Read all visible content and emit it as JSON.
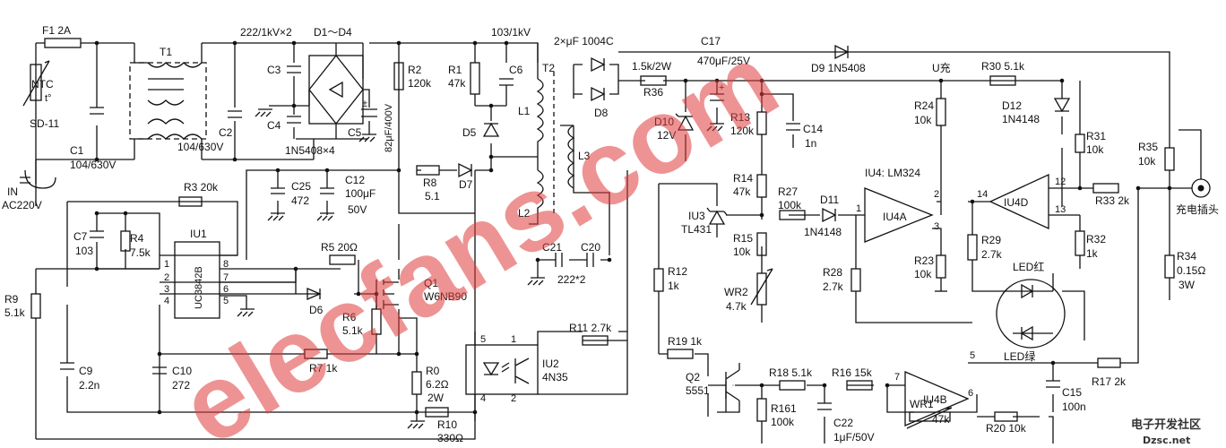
{
  "labels": {
    "f1": "F1 2A",
    "ntc": "NTC",
    "t": "t°",
    "sd11": "SD-11",
    "c1": "C1",
    "c1v": "104/630V",
    "in": "IN",
    "ac": "AC220V",
    "t1": "T1",
    "c2": "C2",
    "c2v": "104/630V",
    "c34v": "222/1kV×2",
    "c3": "C3",
    "c4": "C4",
    "d1d4": "D1～D4",
    "bridgev": "1N5408×4",
    "c5": "C5",
    "c5v": "82μF/400V",
    "r2": "R2",
    "r2v": "120k",
    "r1": "R1",
    "r1v": "47k",
    "c6t": "103/1kV",
    "c6": "C6",
    "d5": "D5",
    "r8": "R8",
    "r8v": "5.1",
    "d7": "D7",
    "t2": "T2",
    "l1": "L1",
    "l2": "L2",
    "l3": "L3",
    "c25": "C25",
    "c25v": "472",
    "c12": "C12",
    "c12v": "100μF",
    "c12v2": "50V",
    "r3": "R3 20k",
    "c7": "C7",
    "c7v": "103",
    "r4": "R4",
    "r4v": "7.5k",
    "iu1": "IU1",
    "uc": "UC3842B",
    "p1": "1",
    "p2": "2",
    "p3": "3",
    "p4": "4",
    "p5": "5",
    "p6": "6",
    "p7": "7",
    "p8": "8",
    "r5": "R5 20Ω",
    "d6": "D6",
    "r6": "R6",
    "r6v": "5.1k",
    "q1": "Q1",
    "q1v": "W6NB90",
    "r9": "R9",
    "r9v": "5.1k",
    "c9": "C9",
    "c9v": "2.2n",
    "c10": "C10",
    "c10v": "272",
    "r7": "R7 1k",
    "r0": "R0",
    "r0v": "6.2Ω",
    "r0w": "2W",
    "r10": "R10",
    "r10v": "330Ω",
    "iu2": "IU2",
    "iu2v": "4N35",
    "o5": "5",
    "o1": "1",
    "o4": "4",
    "o2": "2",
    "c2120": "2×μF 1004C",
    "c17": "C17",
    "c17v": "470μF/25V",
    "r36a": "1.5k/2W",
    "r36": "R36",
    "d8": "D8",
    "d10": "D10",
    "d10v": "12V",
    "r13": "R13",
    "r13v": "120k",
    "c14": "C14",
    "c14v": "1n",
    "d9": "D9 1N5408",
    "uchg": "U充",
    "r30": "R30 5.1k",
    "d12": "D12",
    "d12v": "1N4148",
    "r24": "R24",
    "r24v": "10k",
    "r31": "R31",
    "r31v": "10k",
    "r35": "R35",
    "r35v": "10k",
    "plug": "充电插头",
    "r14": "R14",
    "r14v": "47k",
    "r27": "R27",
    "r27v": "100k",
    "d11": "D11",
    "d11v": "1N4148",
    "iu4": "IU4: LM324",
    "iu4a": "IU4A",
    "iu4d": "IU4D",
    "n1": "1",
    "n2": "2",
    "n3": "3",
    "n12": "12",
    "n13": "13",
    "n14": "14",
    "r33": "R33 2k",
    "iu3": "IU3",
    "iu3v": "TL431",
    "r15": "R15",
    "r15v": "10k",
    "r23": "R23",
    "r23v": "10k",
    "r29": "R29",
    "r29v": "2.7k",
    "r32": "R32",
    "r32v": "1k",
    "r34": "R34",
    "r34v": "0.15Ω",
    "r34w": "3W",
    "c21": "C21",
    "c20": "C20",
    "c2x": "222*2",
    "r12": "R12",
    "r12v": "1k",
    "wr2": "WR2",
    "wr2v": "4.7k",
    "r28": "R28",
    "r28v": "2.7k",
    "ledr": "LED红",
    "ledg": "LED绿",
    "r11": "R11 2.7k",
    "r19": "R19 1k",
    "q2": "Q2",
    "q2v": "5551",
    "r18": "R18 5.1k",
    "r16": "R16 15k",
    "r161": "R161",
    "r161v": "100k",
    "c22": "C22",
    "c22v": "1μF/50V",
    "iu4b": "IU4B",
    "n5": "5",
    "n6": "6",
    "n7": "7",
    "wr1": "WR1",
    "wr1v": "47k",
    "r20": "R20 10k",
    "r17": "R17 2k",
    "c15": "C15",
    "c15v": "100n"
  },
  "watermark": "elecfans.com",
  "logo": {
    "site": "电子开发社区",
    "domain": "Dzsc.net"
  }
}
